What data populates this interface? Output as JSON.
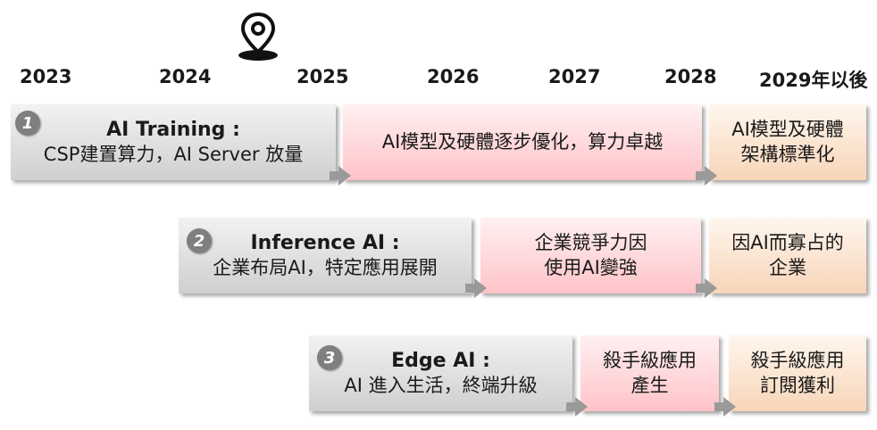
{
  "years": [
    "2023",
    "2024",
    "2025",
    "2026",
    "2027",
    "2028",
    "2029年以後"
  ],
  "marker_icon": "location-pin-icon",
  "rows": [
    {
      "badge": "1",
      "main": {
        "title": "AI Training :",
        "subtitle": "CSP建置算力，AI Server 放量"
      },
      "stage2": [
        "AI模型及硬體逐步優化，算力卓越"
      ],
      "stage3": [
        "AI模型及硬體",
        "架構標準化"
      ]
    },
    {
      "badge": "2",
      "main": {
        "title": "Inference AI :",
        "subtitle": "企業布局AI，特定應用展開"
      },
      "stage2": [
        "企業競爭力因",
        "使用AI變強"
      ],
      "stage3": [
        "因AI而寡占的",
        "企業"
      ]
    },
    {
      "badge": "3",
      "main": {
        "title": "Edge AI :",
        "subtitle": "AI 進入生活，終端升級"
      },
      "stage2": [
        "殺手級應用",
        "產生"
      ],
      "stage3": [
        "殺手級應用",
        "訂閱獲利"
      ]
    }
  ],
  "colors": {
    "gray_box": "#dcdcdc",
    "pink_box": "#ffd6da",
    "peach_box": "#fbe4d0",
    "badge": "#7f7f7f",
    "arrow": "#9a9a9a"
  }
}
